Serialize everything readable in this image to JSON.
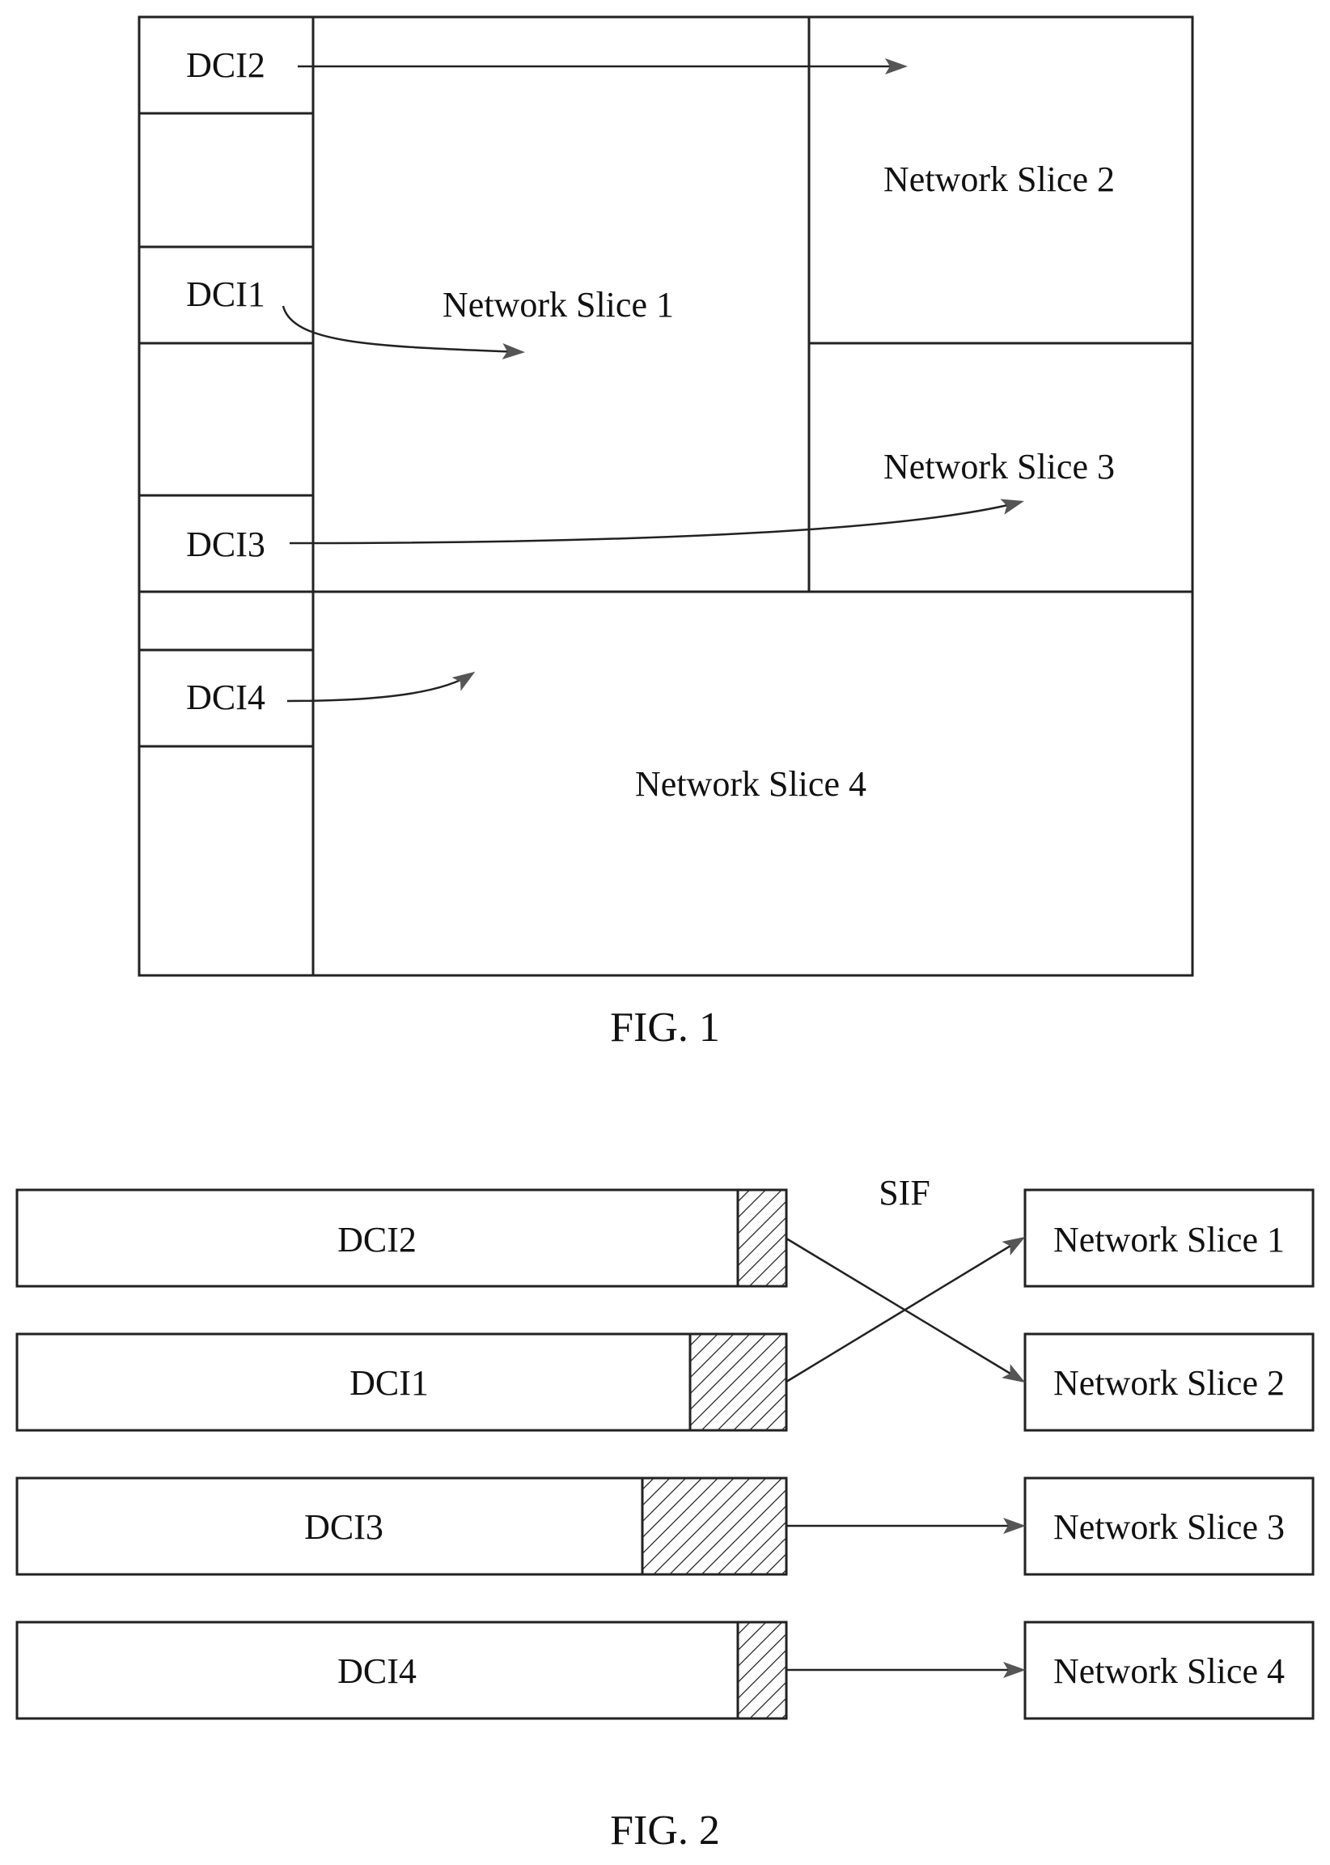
{
  "fig1": {
    "caption": "FIG. 1",
    "dci_labels": {
      "dci2": "DCI2",
      "dci1": "DCI1",
      "dci3": "DCI3",
      "dci4": "DCI4"
    },
    "slices": {
      "slice1": "Network Slice 1",
      "slice2": "Network Slice 2",
      "slice3": "Network Slice 3",
      "slice4": "Network Slice 4"
    }
  },
  "fig2": {
    "caption": "FIG. 2",
    "sif_label": "SIF",
    "rows": [
      {
        "dci": "DCI2",
        "slice": "Network Slice 1"
      },
      {
        "dci": "DCI1",
        "slice": "Network Slice 2"
      },
      {
        "dci": "DCI3",
        "slice": "Network Slice 3"
      },
      {
        "dci": "DCI4",
        "slice": "Network Slice 4"
      }
    ]
  }
}
